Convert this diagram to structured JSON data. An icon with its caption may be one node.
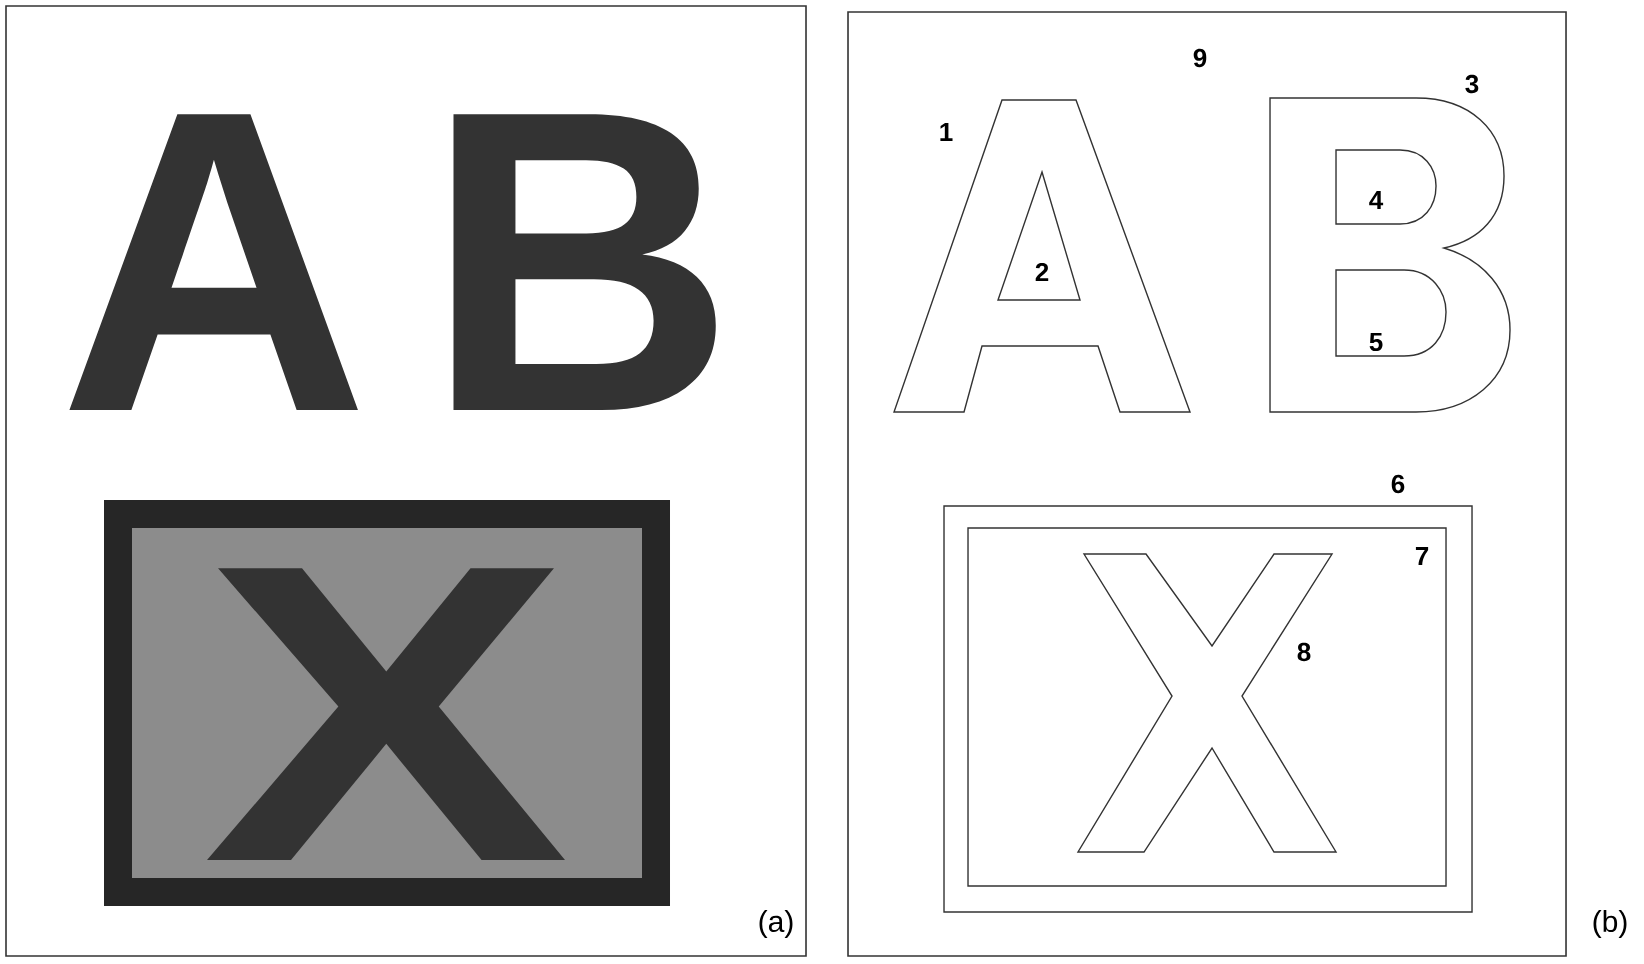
{
  "diagram": {
    "labels": [
      "A",
      "B",
      "X",
      "(a)",
      "9",
      "1",
      "3",
      "4",
      "2",
      "5",
      "6",
      "7",
      "8",
      "(b)"
    ]
  }
}
